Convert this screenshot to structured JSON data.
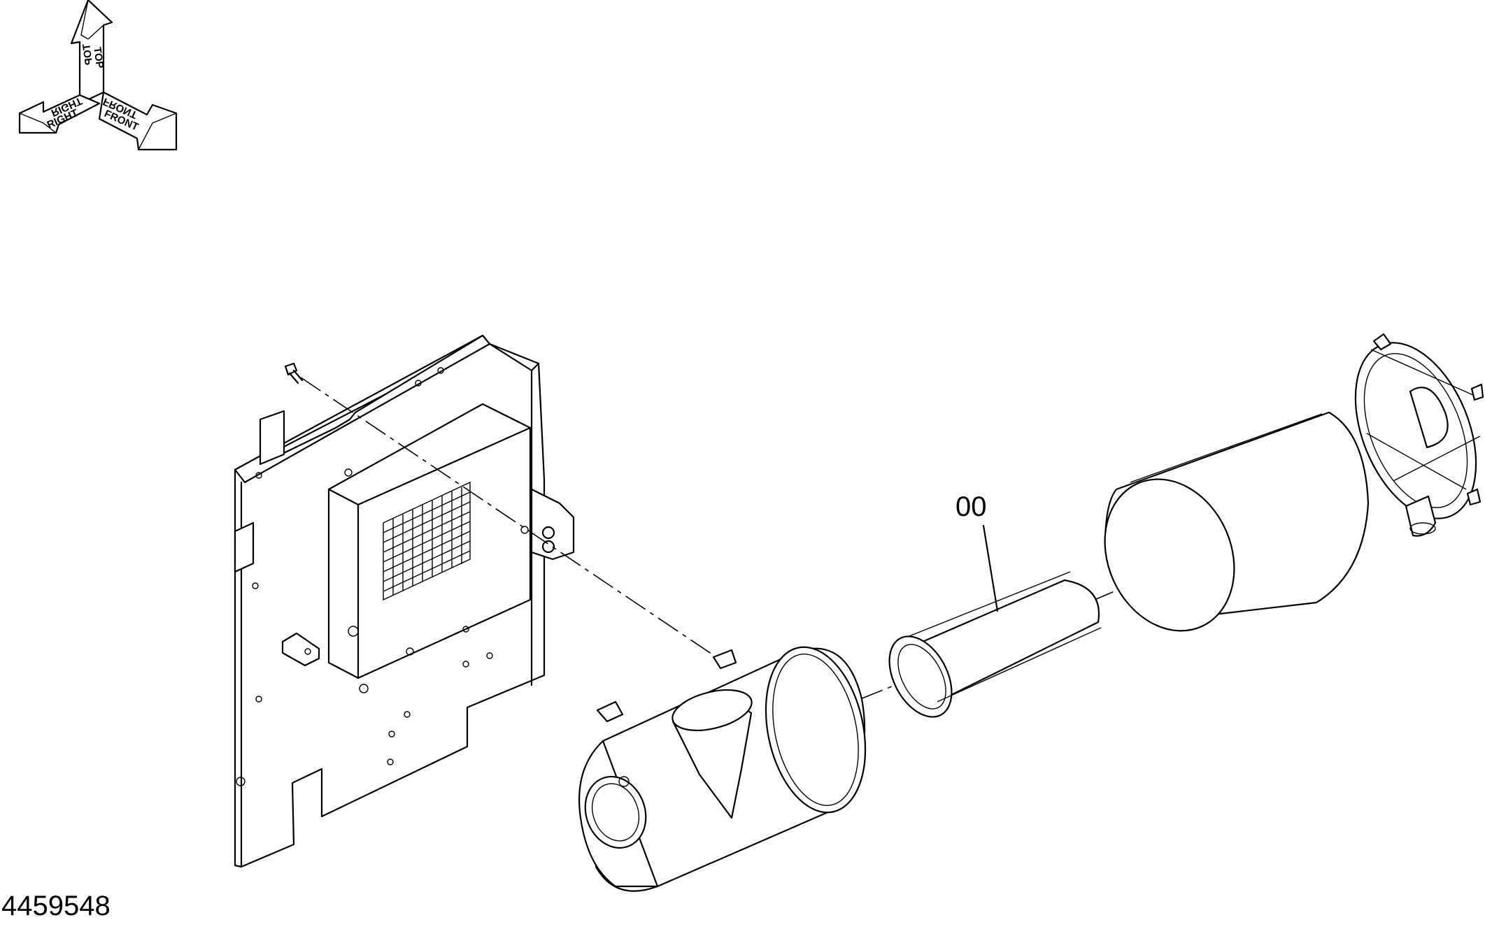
{
  "orientation": {
    "top_label": "TOP",
    "right_label": "RIGHT",
    "front_label": "FRONT"
  },
  "callout": {
    "part_number": "00"
  },
  "drawing_number": "4459548"
}
